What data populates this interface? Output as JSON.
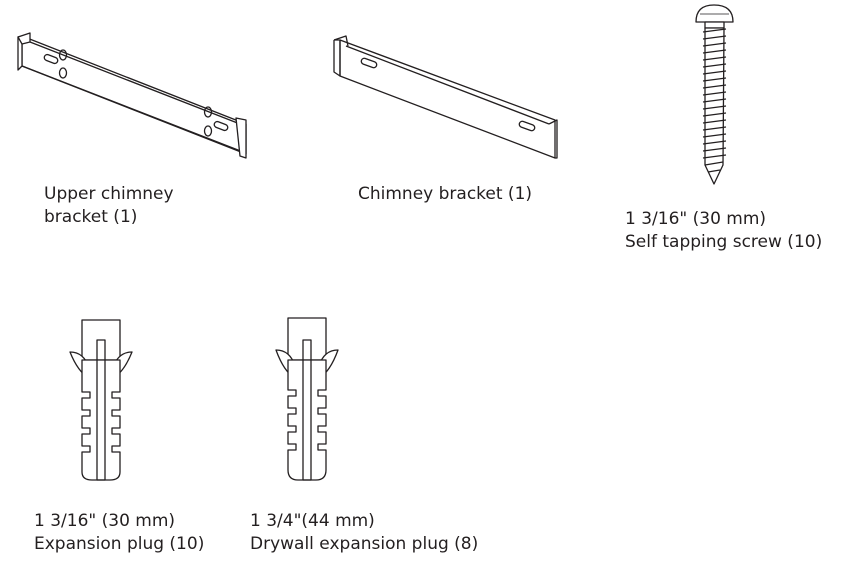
{
  "parts": [
    {
      "id": "upper-chimney-bracket",
      "lines": [
        "Upper chimney",
        "bracket (1)"
      ],
      "icon": "upper-chimney-bracket-icon"
    },
    {
      "id": "chimney-bracket",
      "lines": [
        "Chimney bracket (1)"
      ],
      "icon": "chimney-bracket-icon"
    },
    {
      "id": "self-tapping-screw",
      "lines": [
        "1 3/16\" (30 mm)",
        "Self tapping screw (10)"
      ],
      "icon": "screw-icon"
    },
    {
      "id": "expansion-plug",
      "lines": [
        "1 3/16\" (30 mm)",
        "Expansion plug (10)"
      ],
      "icon": "expansion-plug-icon"
    },
    {
      "id": "drywall-expansion-plug",
      "lines": [
        "1 3/4\"(44 mm)",
        "Drywall expansion plug (8)"
      ],
      "icon": "drywall-plug-icon"
    }
  ]
}
